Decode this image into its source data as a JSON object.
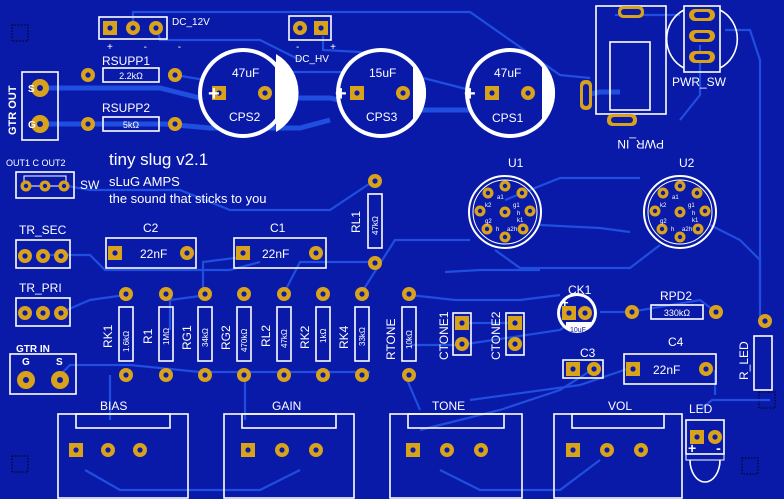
{
  "board": {
    "title": "tiny slug v2.1",
    "brand": "sLuG AMPS",
    "tagline": "the sound that sticks to you",
    "colors": {
      "board": "#0a1aa8",
      "trace": "#1f4ee0",
      "pad": "#d9a21b",
      "silk": "#ffffff"
    }
  },
  "connectors": {
    "dc12v": {
      "label": "DC_12V",
      "pins": "+ - -"
    },
    "dchv": {
      "label": "DC_HV",
      "pins": "- +"
    },
    "gtr_out": {
      "label": "GTR OUT",
      "s": "S",
      "g": "G"
    },
    "sw": {
      "label": "SW",
      "pins": "OUT1  C  OUT2"
    },
    "tr_sec": {
      "label": "TR_SEC"
    },
    "tr_pri": {
      "label": "TR_PRI"
    },
    "gtr_in": {
      "label": "GTR IN",
      "g": "G",
      "s": "S"
    },
    "pwr_sw": {
      "label": "PWR_SW"
    },
    "pwr_in": {
      "label": "PWR_IN"
    }
  },
  "resistors": {
    "rsupp1": {
      "name": "RSUPP1",
      "value": "2.2kΩ"
    },
    "rsupp2": {
      "name": "RSUPP2",
      "value": "5kΩ"
    },
    "rl1": {
      "name": "RL1",
      "value": "47kΩ"
    },
    "rk1": {
      "name": "RK1",
      "value": "1.6kΩ"
    },
    "r1": {
      "name": "R1",
      "value": "1MΩ"
    },
    "rg1": {
      "name": "RG1",
      "value": "34kΩ"
    },
    "rg2": {
      "name": "RG2",
      "value": "470kΩ"
    },
    "rl2": {
      "name": "RL2",
      "value": "47kΩ"
    },
    "rk2": {
      "name": "RK2",
      "value": "1kΩ"
    },
    "rk4": {
      "name": "RK4",
      "value": "33kΩ"
    },
    "rtone": {
      "name": "RTONE",
      "value": "10kΩ"
    },
    "rpd2": {
      "name": "RPD2",
      "value": "330kΩ"
    },
    "r_led": {
      "name": "R_LED"
    }
  },
  "capacitors": {
    "cps2": {
      "name": "CPS2",
      "value": "47uF"
    },
    "cps3": {
      "name": "CPS3",
      "value": "15uF"
    },
    "cps1": {
      "name": "CPS1",
      "value": "47uF"
    },
    "c2": {
      "name": "C2",
      "value": "22nF"
    },
    "c1": {
      "name": "C1",
      "value": "22nF"
    },
    "c4": {
      "name": "C4",
      "value": "22nF"
    },
    "c3": {
      "name": "C3"
    },
    "ck1": {
      "name": "CK1",
      "value": "10uF"
    },
    "ctone1": {
      "name": "CTONE1"
    },
    "ctone2": {
      "name": "CTONE2"
    }
  },
  "tubes": {
    "u1": {
      "name": "U1",
      "pins": [
        "a1",
        "k2",
        "g1",
        "h",
        "k1",
        "g2",
        "h",
        "a2",
        "h"
      ]
    },
    "u2": {
      "name": "U2",
      "pins": [
        "a1",
        "k2",
        "g1",
        "h",
        "k1",
        "g2",
        "h",
        "a2",
        "h"
      ]
    }
  },
  "pots": {
    "bias": {
      "name": "BIAS"
    },
    "gain": {
      "name": "GAIN"
    },
    "tone": {
      "name": "TONE"
    },
    "vol": {
      "name": "VOL"
    }
  },
  "led": {
    "name": "LED",
    "pins": "+ -"
  }
}
